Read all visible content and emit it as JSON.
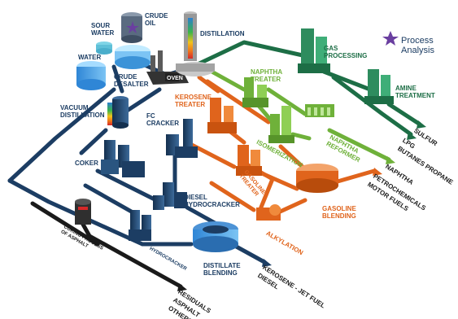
{
  "legend": {
    "label_line1": "Process",
    "label_line2": "Analysis",
    "color": "#6a3fa0"
  },
  "colors": {
    "navy": "#1c3d63",
    "orange": "#e0641c",
    "light_green": "#6fb13a",
    "dark_green": "#1d6e46",
    "black": "#1a1a1a"
  },
  "units": {
    "sour_water": [
      "SOUR",
      "WATER"
    ],
    "crude_oil": [
      "CRUDE",
      "OIL"
    ],
    "water": "WATER",
    "crude_desalter": [
      "CRUDE",
      "DESALTER"
    ],
    "distillation": "DISTILLATION",
    "oven": "OVEN",
    "gas_processing": [
      "GAS",
      "PROCESSING"
    ],
    "amine_treatment": [
      "AMINE",
      "TREATMENT"
    ],
    "vacuum_distillation": [
      "VACUUM",
      "DISTILLATION"
    ],
    "kerosene_treater": [
      "KEROSENE",
      "TREATER"
    ],
    "naphtha_treater": [
      "NAPHTHA",
      "TREATER"
    ],
    "fc_cracker": [
      "FC",
      "CRACKER"
    ],
    "isomerization": "ISOMERIZATION",
    "naphtha_reformer": [
      "NAPHTHA",
      "REFORMER"
    ],
    "coker": "COKER",
    "gasoline_treater": [
      "GASOLINE",
      "TREATER"
    ],
    "gasoline_blending": [
      "GASOLINE",
      "BLENDING"
    ],
    "diesel_hydrocracker": [
      "DIESEL",
      "HYDROCRACKER"
    ],
    "hydrocracker": "HYDROCRACKER",
    "alkylation": "ALKYLATION",
    "coking_process": [
      "COKING PROCESS",
      "OF ASPHALT"
    ],
    "distillate_blending": [
      "DISTILLATE",
      "BLENDING"
    ]
  },
  "outputs": {
    "sulfur": "SULFUR",
    "lpg": "LPG",
    "butanes_propane": "BUTANES PROPANE",
    "naphtha": "NAPHTHA",
    "petrochemicals": "PETROCHEMICALS",
    "motor_fuels": "MOTOR FUELS",
    "kerosene_jet_fuel": "KEROSENE - JET FUEL",
    "diesel": "DIESEL",
    "residuals": "RESIDUALS",
    "asphalt": "ASPHALT",
    "others": "OTHERS"
  }
}
